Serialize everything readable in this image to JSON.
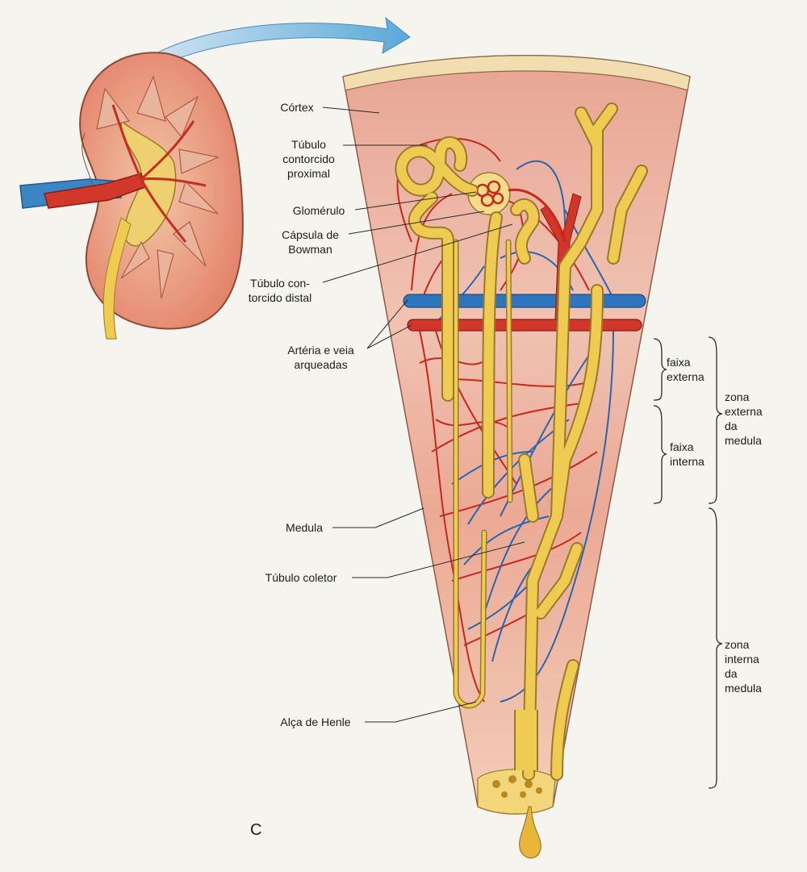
{
  "labels": {
    "cortex": "Córtex",
    "tubulo_proximal": "Túbulo\ncontorcido\nproximal",
    "glomerulo": "Glomérulo",
    "capsula": "Cápsula de\nBowman",
    "tubulo_distal": "Túbulo con-\ntorcido distal",
    "arteria_veia": "Artéria e veia\narqueadas",
    "medula": "Medula",
    "tubulo_coletor": "Túbulo coletor",
    "alca_henle": "Alça de Henle",
    "faixa_externa": "faixa\nexterna",
    "faixa_interna": "faixa\ninterna",
    "zona_externa": "zona\nexterna\nda\nmedula",
    "zona_interna": "zona\ninterna\nda\nmedula"
  },
  "panel_letter": "C",
  "colors": {
    "background": "#f6f4ee",
    "artery": "#c82b1f",
    "vein": "#2d6fb3",
    "tubule": "#f0cb52",
    "tissue": "#e9a290",
    "capsule": "#f2ddb0"
  }
}
